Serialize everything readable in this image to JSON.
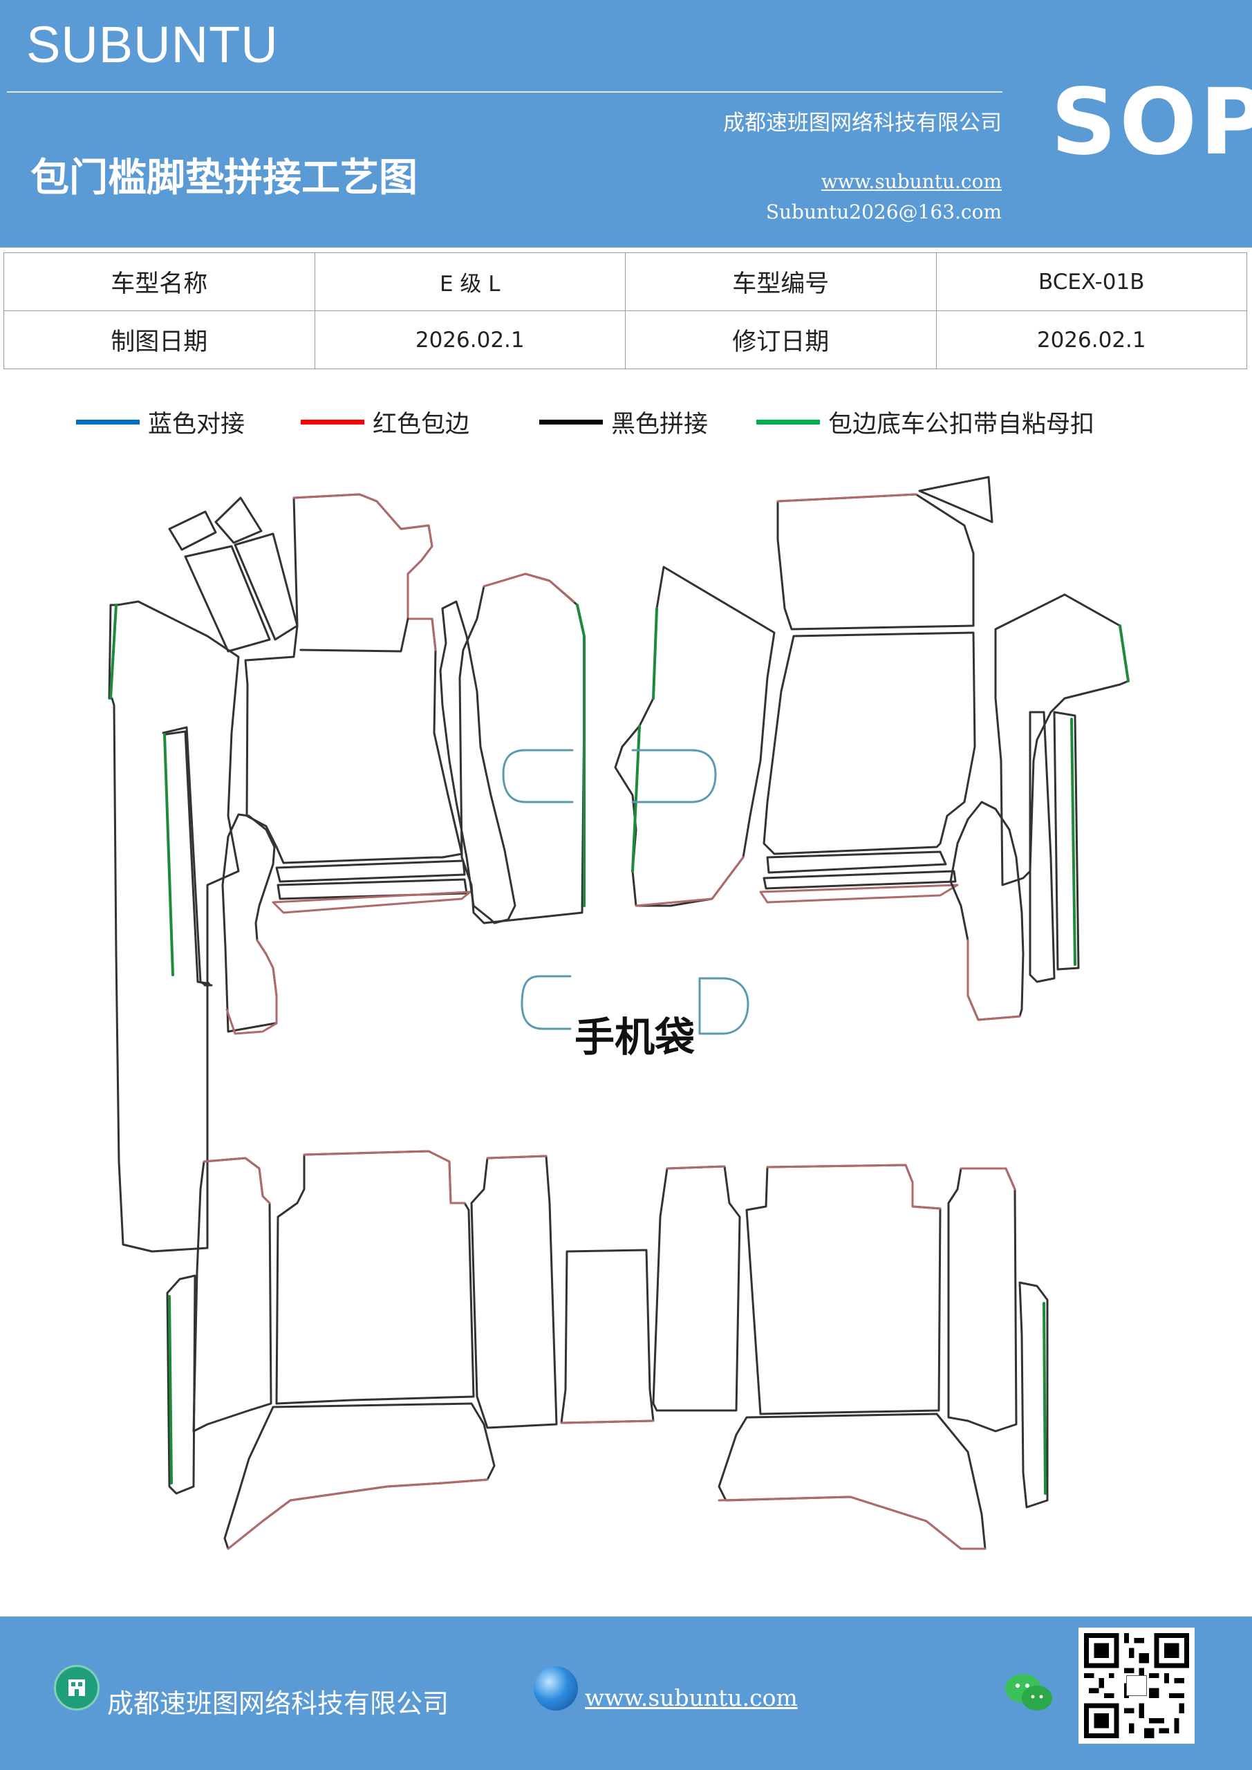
{
  "header": {
    "brand": "SUBUNTU",
    "title": "包门槛脚垫拼接工艺图",
    "company": "成都速班图网络科技有限公司",
    "website": "www.subuntu.com",
    "email": "Subuntu2026@163.com",
    "badge": "SOP"
  },
  "info": {
    "model_name_label": "车型名称",
    "model_name_value": "E 级 L",
    "model_code_label": "车型编号",
    "model_code_value": "BCEX-01B",
    "draw_date_label": "制图日期",
    "draw_date_value": "2026.02.1",
    "revise_date_label": "修订日期",
    "revise_date_value": "2026.02.1"
  },
  "legend": [
    {
      "label": "蓝色对接",
      "color": "#0070c0"
    },
    {
      "label": "红色包边",
      "color": "#ff0000"
    },
    {
      "label": "黑色拼接",
      "color": "#000000"
    },
    {
      "label": "包边底车公扣带自粘母扣",
      "color": "#00b050"
    }
  ],
  "drawing": {
    "phone_pocket_label": "手机袋",
    "colors": {
      "outline_red": "#b06a6a",
      "seam_black": "#333333",
      "butt_blue": "#5a9bb0",
      "velcro_green": "#1f8a3a"
    }
  },
  "footer": {
    "company": "成都速班图网络科技有限公司",
    "website": "www.subuntu.com",
    "icons": [
      "building-icon",
      "globe-icon",
      "wechat-icon",
      "qr-code"
    ]
  },
  "colors": {
    "brand_blue": "#5b9bd5",
    "white": "#ffffff"
  }
}
